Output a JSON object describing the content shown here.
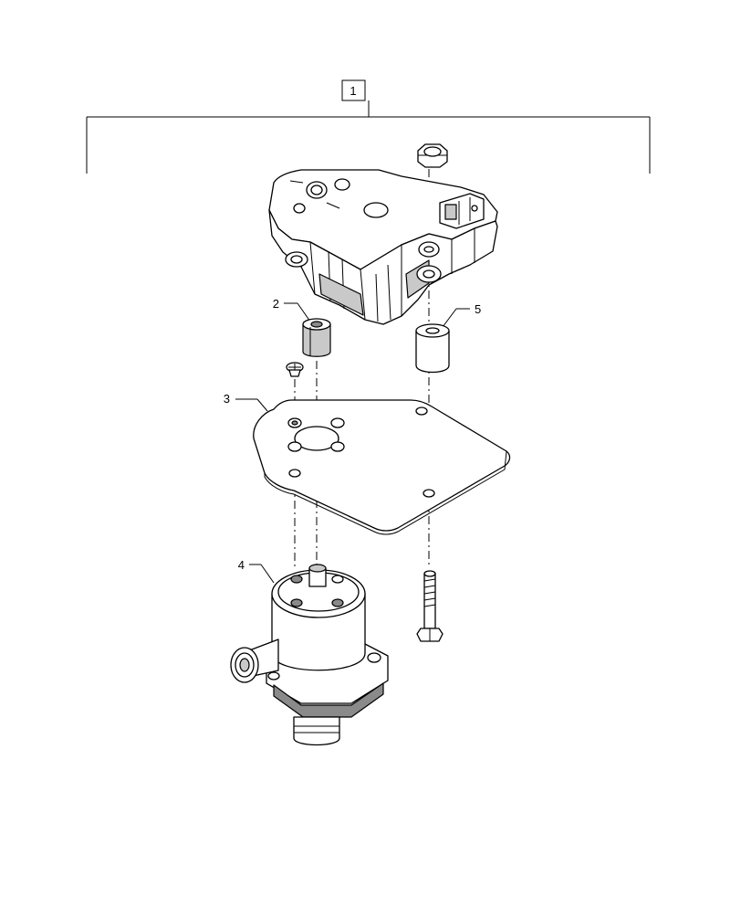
{
  "callouts": {
    "assembly": "1",
    "spacer_small": "2",
    "plate": "3",
    "valve": "4",
    "spacer_large": "5"
  }
}
